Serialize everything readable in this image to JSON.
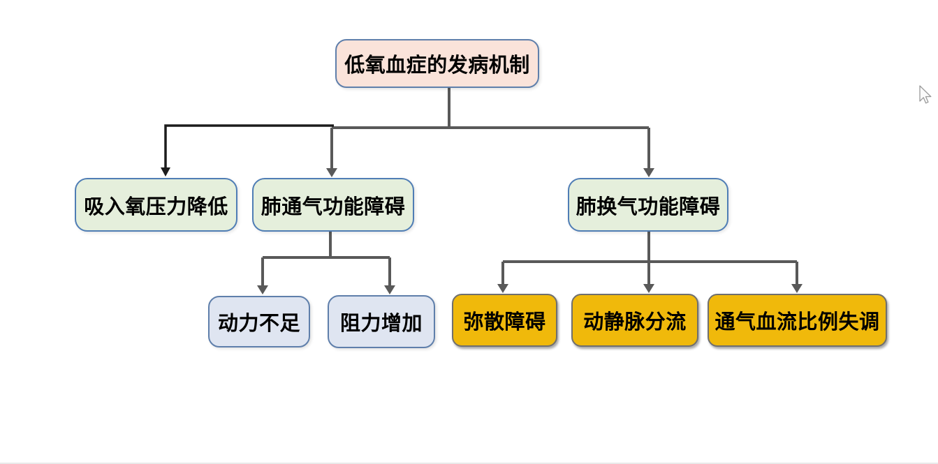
{
  "diagram": {
    "root": {
      "label": "低氧血症的发病机制"
    },
    "level1": [
      {
        "label": "吸入氧压力降低"
      },
      {
        "label": "肺通气功能障碍"
      },
      {
        "label": "肺换气功能障碍"
      }
    ],
    "ventilation_children": [
      {
        "label": "动力不足"
      },
      {
        "label": "阻力增加"
      }
    ],
    "exchange_children": [
      {
        "label": "弥散障碍"
      },
      {
        "label": "动静脉分流"
      },
      {
        "label": "通气血流比例失调"
      }
    ],
    "colors": {
      "page-bg": "#ffffff",
      "root-fill": "#fae3da",
      "green-fill": "#e5efdc",
      "blue-fill": "#dfe5f1",
      "yellow-fill": "#f0b90b",
      "pastel-border": "#5f7fab",
      "green-border": "#4f7db5",
      "yellow-border": "#6f6f6f",
      "line": "#595959",
      "line-dark": "#1c1c1c",
      "text": "#000000"
    },
    "icons": {
      "cursor": "mouse-pointer-icon"
    }
  }
}
